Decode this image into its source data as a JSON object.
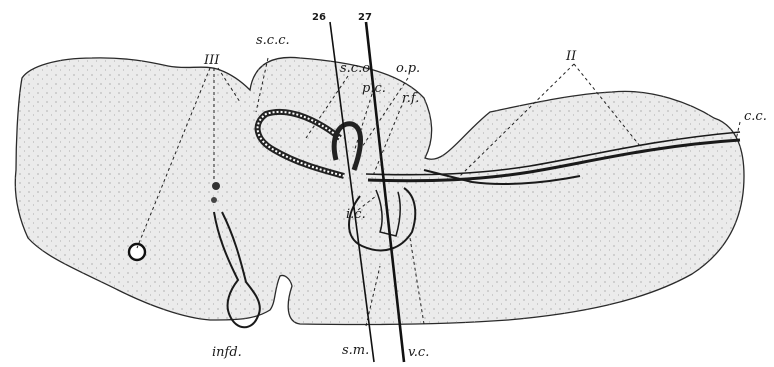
{
  "figure": {
    "section_lines": [
      "26",
      "27"
    ],
    "labels": {
      "iii": "III",
      "scc": "s.c.c.",
      "sco": "s.c.o.",
      "op": "o.p.",
      "pc": "p.c.",
      "rf": "r.f.",
      "ii": "II",
      "cc": "c.c.",
      "ic": "i.c.",
      "infd": "infd.",
      "sm": "s.m.",
      "vc": "v.c."
    },
    "colors": {
      "ink": "#1a1a1a",
      "tissue": "#ebebeb",
      "background": "#ffffff"
    }
  }
}
